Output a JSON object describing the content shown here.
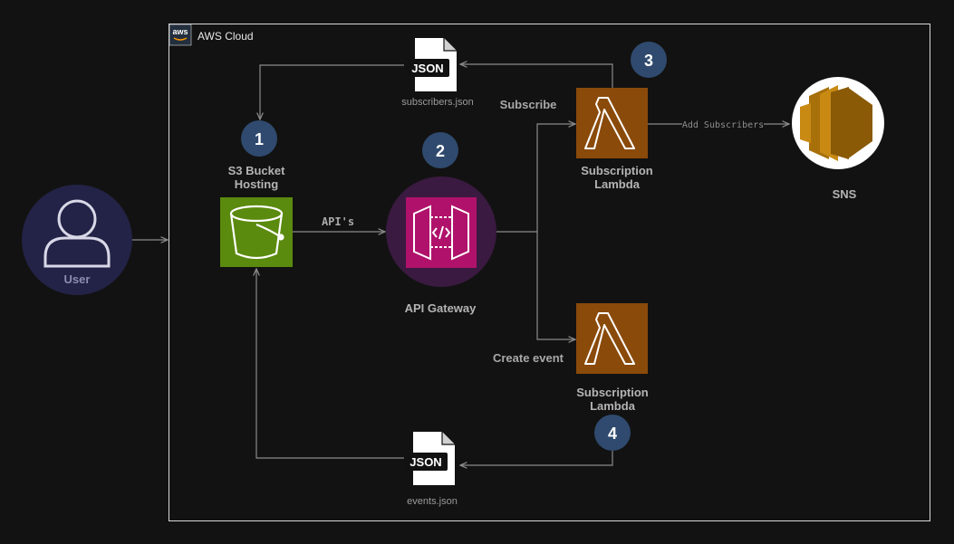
{
  "cloud": {
    "title": "AWS Cloud",
    "logo_text": "aws"
  },
  "user": {
    "label": "User"
  },
  "s3": {
    "label_line1": "S3 Bucket",
    "label_line2": "Hosting"
  },
  "api_gateway": {
    "label": "API Gateway"
  },
  "lambda_subscribe": {
    "label_line1": "Subscription",
    "label_line2": "Lambda"
  },
  "lambda_event": {
    "label_line1": "Subscription",
    "label_line2": "Lambda"
  },
  "sns": {
    "label": "SNS"
  },
  "files": {
    "subscribers": {
      "badge": "JSON",
      "name": "subscribers.json"
    },
    "events": {
      "badge": "JSON",
      "name": "events.json"
    }
  },
  "edges": {
    "apis": "API's",
    "subscribe": "Subscribe",
    "create_event": "Create event",
    "add_subscribers": "Add Subscribers"
  },
  "steps": {
    "one": "1",
    "two": "2",
    "three": "3",
    "four": "4"
  },
  "colors": {
    "background": "#121212",
    "step_badge": "#2f4a6e",
    "s3": "#5a8a0e",
    "api_gateway": "#b0126b",
    "api_gateway_halo": "#3a1a40",
    "lambda": "#8a4a0a",
    "sns": "#8a5a06",
    "user_circle": "#232347"
  }
}
